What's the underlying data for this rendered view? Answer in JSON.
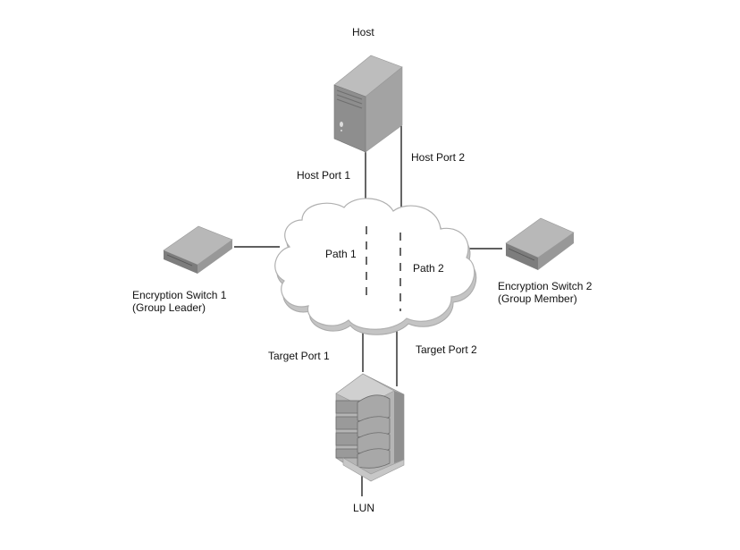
{
  "diagram": {
    "nodes": {
      "host": {
        "label": "Host"
      },
      "switch1": {
        "label": "Encryption Switch 1",
        "sublabel": "(Group Leader)"
      },
      "switch2": {
        "label": "Encryption Switch 2",
        "sublabel": "(Group Member)"
      },
      "lun": {
        "label": "LUN"
      }
    },
    "ports": {
      "host_port_1": "Host Port 1",
      "host_port_2": "Host Port 2",
      "target_port_1": "Target Port 1",
      "target_port_2": "Target Port 2"
    },
    "paths": {
      "path_1": "Path 1",
      "path_2": "Path 2"
    },
    "colors": {
      "device_gray": "#a9a9a9",
      "device_dark": "#7a7a7a",
      "cloud_fill": "#ffffff",
      "cloud_edge": "#bdbdbd",
      "line": "#000000"
    }
  }
}
